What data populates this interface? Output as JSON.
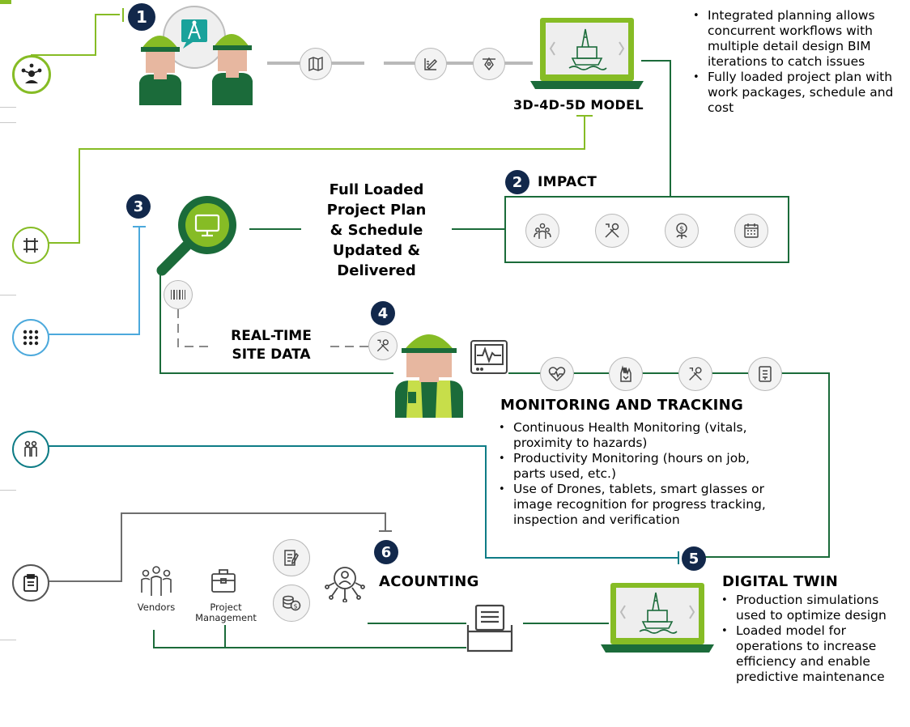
{
  "colors": {
    "green_dark": "#1b6b3a",
    "green_lime": "#86bc25",
    "blue": "#4ca9dc",
    "teal": "#0e7c86",
    "gray_line": "#6e6e6e",
    "navy_badge": "#12284b"
  },
  "side_icons": [
    {
      "icon": "network-user-icon"
    },
    {
      "icon": "frame-select-icon"
    },
    {
      "icon": "dot-grid-icon"
    },
    {
      "icon": "people-icon"
    },
    {
      "icon": "clipboard-icon"
    }
  ],
  "step1": {
    "number": "1",
    "model_label": "3D-4D-5D MODEL",
    "bullets": [
      "Integrated planning allows concurrent workflows with multiple detail design BIM iterations to catch issues",
      "Fully loaded project plan with work packages, schedule and cost"
    ]
  },
  "step2": {
    "number": "2",
    "title": "IMPACT",
    "icons": [
      "team-icon",
      "tools-icon",
      "money-plant-icon",
      "calendar-icon"
    ]
  },
  "step3": {
    "number": "3",
    "text_lines": [
      "Full Loaded",
      "Project Plan",
      "& Schedule",
      "Updated &",
      "Delivered"
    ]
  },
  "step4": {
    "number": "4",
    "site_data_lines": [
      "REAL-TIME",
      "SITE DATA"
    ],
    "title": "MONITORING AND TRACKING",
    "bullets": [
      "Continuous Health Monitoring (vitals, proximity to hazards)",
      "Productivity Monitoring (hours on job, parts used, etc.)",
      "Use of Drones, tablets, smart glasses or image recognition for progress tracking, inspection and verification"
    ]
  },
  "step5": {
    "number": "5",
    "title": "DIGITAL TWIN",
    "bullets": [
      "Production simulations used to optimize design",
      "Loaded model for operations to increase efficiency and enable predictive maintenance"
    ]
  },
  "step6": {
    "number": "6",
    "title": "ACOUNTING",
    "vendors_label": "Vendors",
    "project_mgmt_label": "Project Management"
  }
}
